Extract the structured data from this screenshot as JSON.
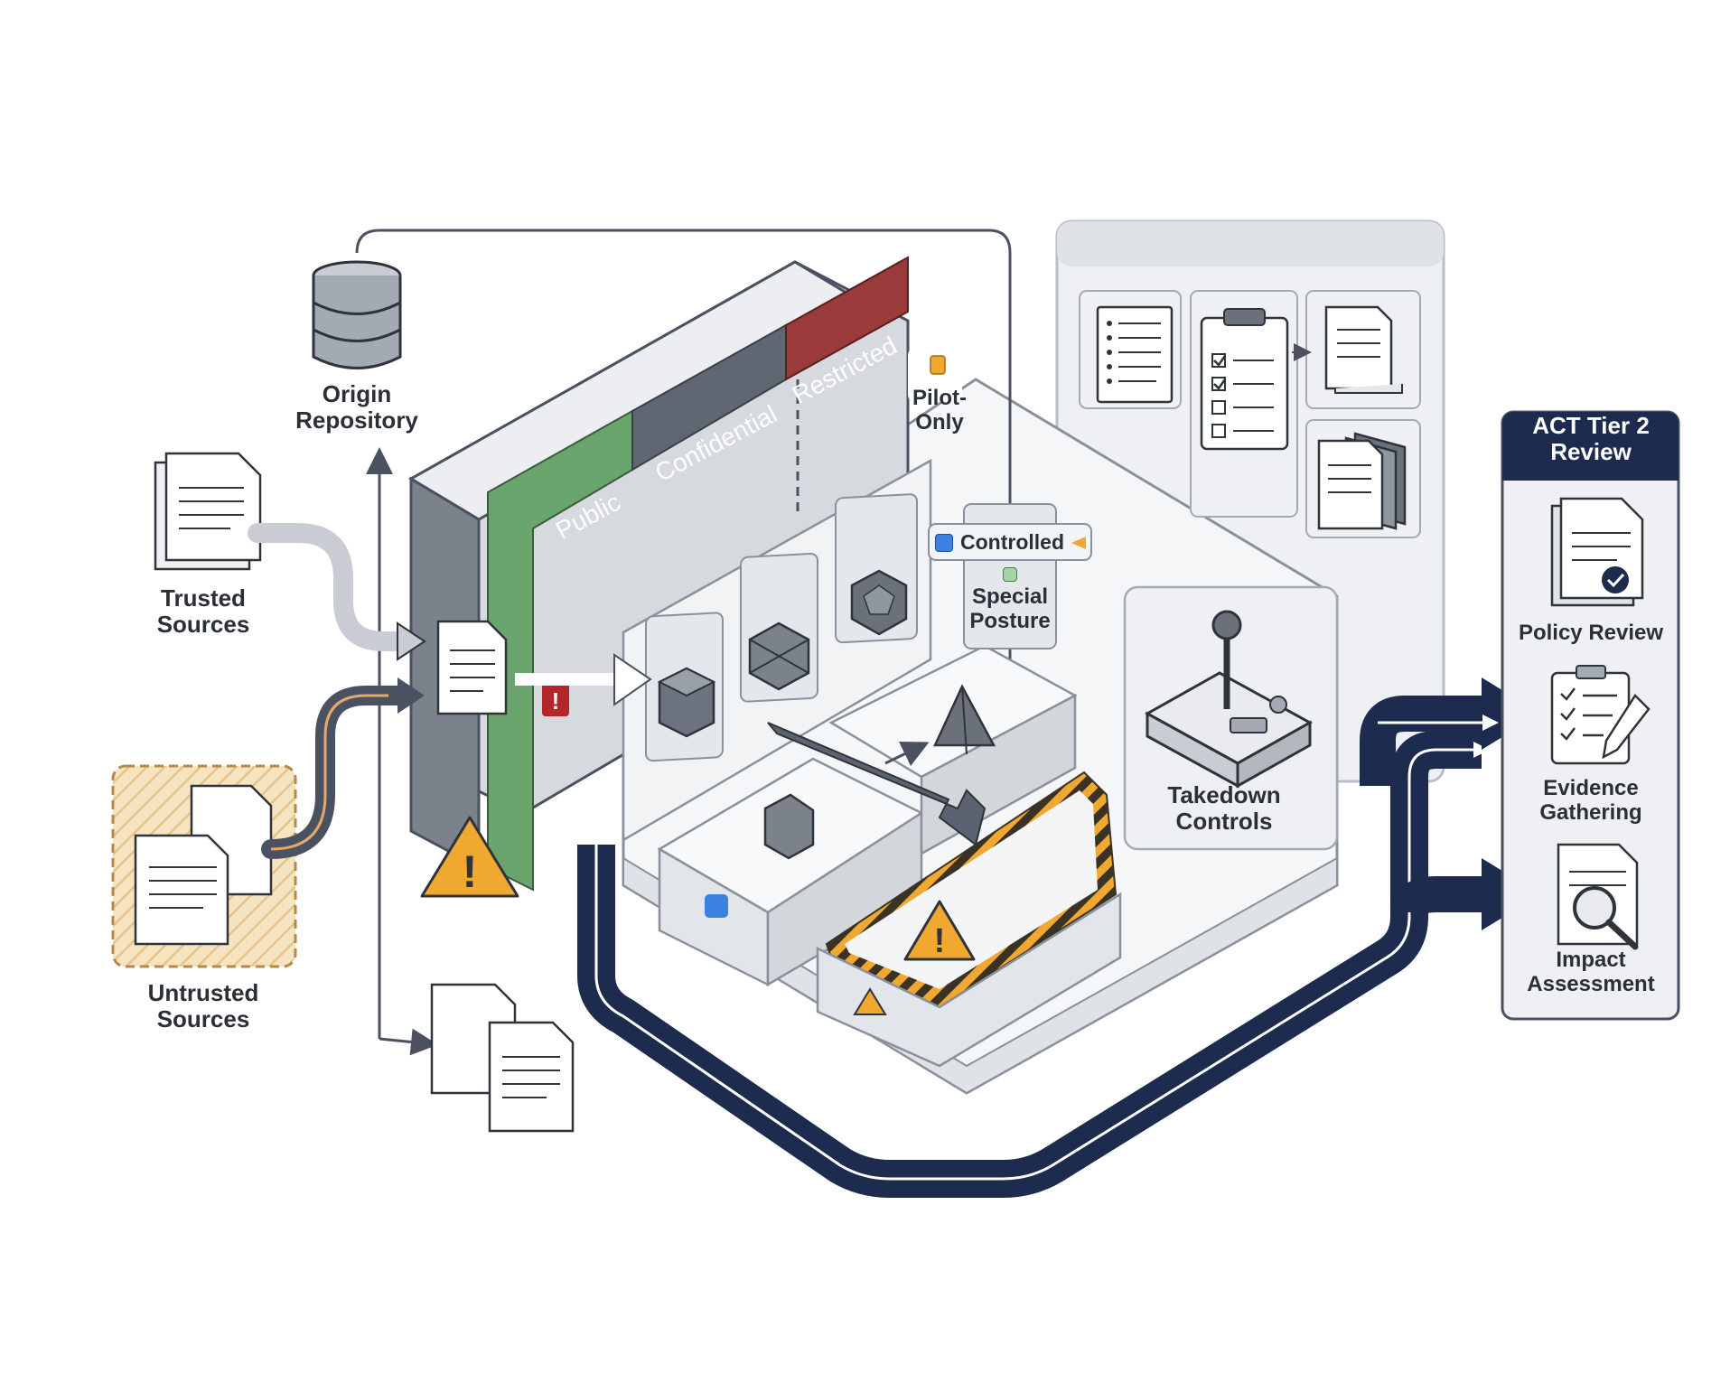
{
  "sources": {
    "trusted": [
      "Trusted",
      "Sources"
    ],
    "untrusted": [
      "Untrusted",
      "Sources"
    ],
    "origin": [
      "Origin",
      "Repository"
    ]
  },
  "tiers": {
    "public": "Public",
    "confidential": "Confidential",
    "restricted": "Restricted",
    "pilot": [
      "Pilot-",
      "Only"
    ]
  },
  "postures": {
    "controlled": "Controlled",
    "special": [
      "Special",
      "Posture"
    ]
  },
  "takedown": [
    "Takedown",
    "Controls"
  ],
  "review": {
    "title": [
      "ACT Tier 2",
      "Review"
    ],
    "items": [
      {
        "label": [
          "Policy Review"
        ]
      },
      {
        "label": [
          "Evidence",
          "Gathering"
        ]
      },
      {
        "label": [
          "Impact",
          "Assessment"
        ]
      }
    ]
  },
  "colors": {
    "navy": "#1d2b4f",
    "public_green": "#6aa56d",
    "confidential_gray": "#5f6773",
    "restricted_red": "#9b3a3a",
    "warning_amber": "#f0a830",
    "untrusted_tan": "#f3dfb8",
    "accent_blue": "#3b82e0",
    "pilot_orange": "#f0a830",
    "special_green": "#a6d4a4"
  },
  "icons": [
    "database-icon",
    "document-icon",
    "clipboard-icon",
    "warning-icon",
    "joystick-icon",
    "magnifier-icon",
    "checkmark-icon",
    "pencil-icon"
  ]
}
